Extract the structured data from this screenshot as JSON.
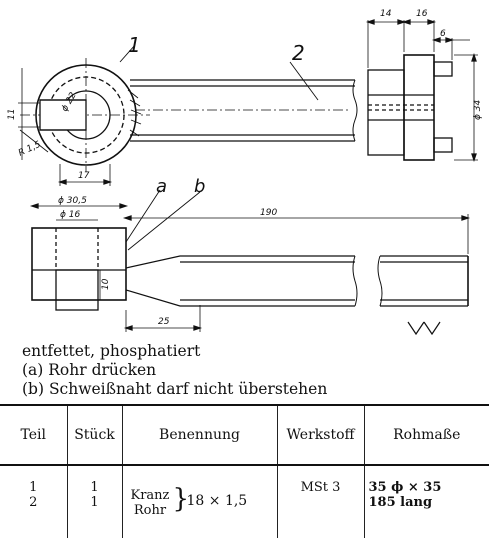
{
  "drawing": {
    "part_labels": [
      "1",
      "2"
    ],
    "weld_labels": [
      "a",
      "b"
    ],
    "dimensions": {
      "width_14": "14",
      "width_16": "16",
      "width_6": "6",
      "dia_34": "ϕ 34",
      "dia_22": "ϕ 22",
      "left_11": "11",
      "radius": "R 1,5",
      "bottom_17": "17",
      "dia_30_5": "ϕ 30,5",
      "dia_16": "ϕ 16",
      "length_190": "190",
      "height_10": "10",
      "length_25": "25"
    }
  },
  "notes": {
    "line1": "entfettet, phosphatiert",
    "line2": "(a)  Rohr drücken",
    "line3": "(b)  Schweißnaht darf nicht überstehen"
  },
  "table": {
    "headers": [
      "Teil",
      "Stück",
      "Benennung",
      "Werkstoff",
      "Rohmaße"
    ],
    "teil": [
      "1",
      "2"
    ],
    "stueck": [
      "1",
      "1"
    ],
    "benennung": [
      "Kranz",
      "Rohr"
    ],
    "benennung_dims": "18 × 1,5",
    "werkstoff": "MSt 3",
    "rohmasse": [
      "35 ϕ × 35",
      "185 lang"
    ]
  }
}
